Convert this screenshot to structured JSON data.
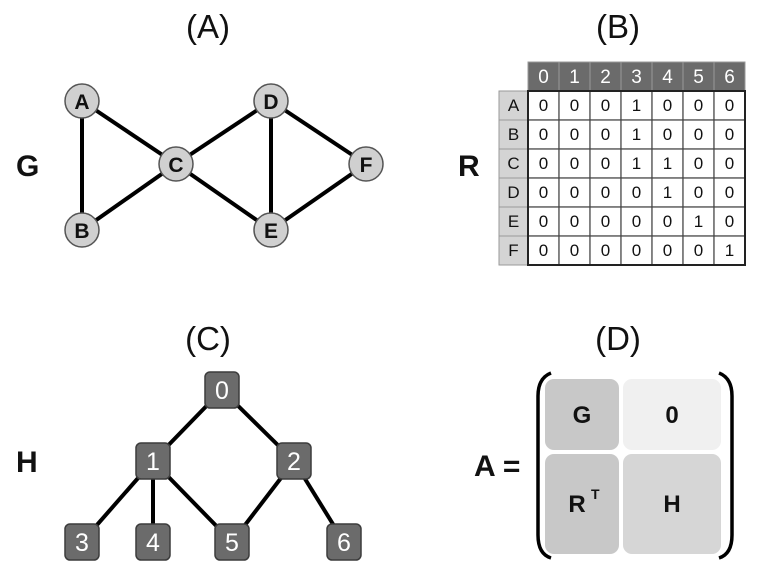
{
  "panels": {
    "a": "(A)",
    "b": "(B)",
    "c": "(C)",
    "d": "(D)"
  },
  "labels": {
    "g": "G",
    "r": "R",
    "h": "H",
    "a_eq": "A ="
  },
  "graph_g": {
    "nodes": [
      "A",
      "B",
      "C",
      "D",
      "E",
      "F"
    ],
    "edges": [
      [
        "A",
        "B"
      ],
      [
        "A",
        "C"
      ],
      [
        "B",
        "C"
      ],
      [
        "C",
        "D"
      ],
      [
        "C",
        "E"
      ],
      [
        "D",
        "E"
      ],
      [
        "D",
        "F"
      ],
      [
        "E",
        "F"
      ]
    ]
  },
  "matrix_r": {
    "col_headers": [
      "0",
      "1",
      "2",
      "3",
      "4",
      "5",
      "6"
    ],
    "row_headers": [
      "A",
      "B",
      "C",
      "D",
      "E",
      "F"
    ],
    "rows": [
      [
        "0",
        "0",
        "0",
        "1",
        "0",
        "0",
        "0"
      ],
      [
        "0",
        "0",
        "0",
        "1",
        "0",
        "0",
        "0"
      ],
      [
        "0",
        "0",
        "0",
        "1",
        "1",
        "0",
        "0"
      ],
      [
        "0",
        "0",
        "0",
        "0",
        "1",
        "0",
        "0"
      ],
      [
        "0",
        "0",
        "0",
        "0",
        "0",
        "1",
        "0"
      ],
      [
        "0",
        "0",
        "0",
        "0",
        "0",
        "0",
        "1"
      ]
    ]
  },
  "tree_h": {
    "nodes": [
      "0",
      "1",
      "2",
      "3",
      "4",
      "5",
      "6"
    ],
    "edges": [
      [
        "0",
        "1"
      ],
      [
        "0",
        "2"
      ],
      [
        "1",
        "3"
      ],
      [
        "1",
        "4"
      ],
      [
        "1",
        "5"
      ],
      [
        "2",
        "5"
      ],
      [
        "2",
        "6"
      ]
    ]
  },
  "block_matrix": {
    "top_left": "G",
    "top_right": "0",
    "bottom_left": "R",
    "bottom_left_sup": "T",
    "bottom_right": "H"
  }
}
